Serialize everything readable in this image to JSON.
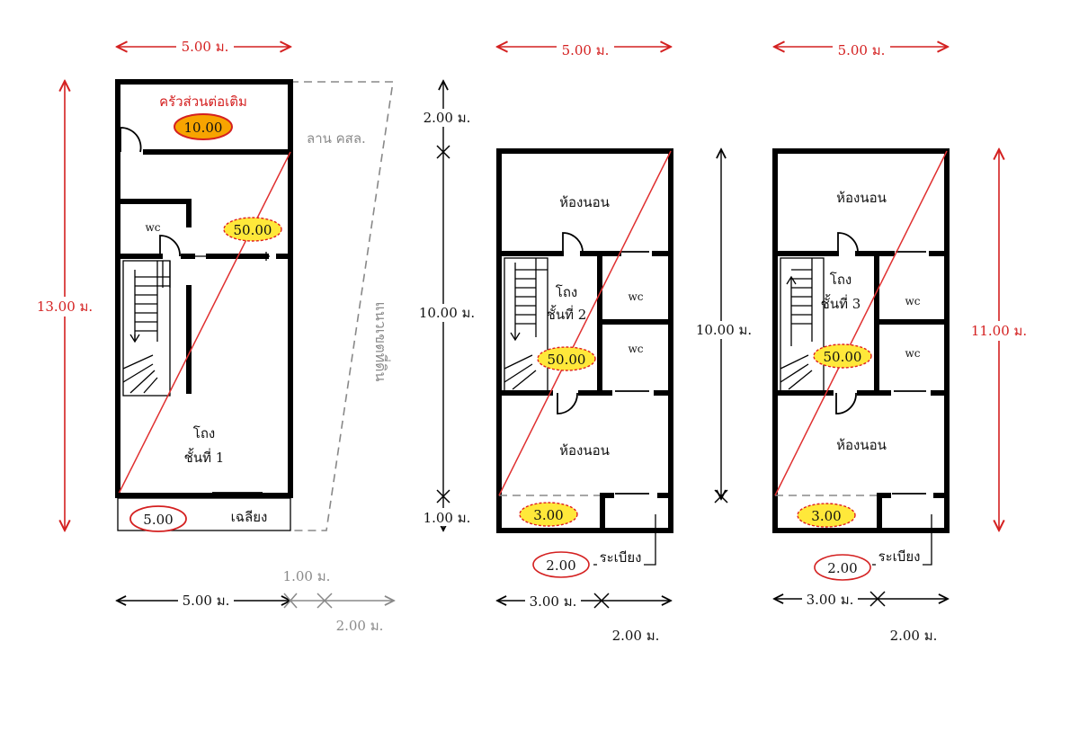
{
  "plan1": {
    "dim_top": "5.00 ม.",
    "dim_left": "13.00 ม.",
    "kitchen_label": "ครัวส่วนต่อเติม",
    "kitchen_area": "10.00",
    "open_space": "ลาน คสล.",
    "boundary": "แนวเขตที่ดิน",
    "wc": "wc",
    "main_area": "50.00",
    "hall_line1": "โถง",
    "hall_line2": "ชั้นที่ 1",
    "porch_area": "5.00",
    "porch_label": "เฉลียง",
    "dim_bottom": "5.00 ม.",
    "dim_gray1": "1.00 ม.",
    "dim_gray2": "2.00 ม."
  },
  "plan2": {
    "dim_top": "5.00 ม.",
    "dim_a": "2.00 ม.",
    "dim_b": "10.00 ม.",
    "dim_c": "1.00 ม.",
    "bedroom_top": "ห้องนอน",
    "hall_line1": "โถง",
    "hall_line2": "ชั้นที่ 2",
    "wc1": "wc",
    "wc2": "wc",
    "main_area": "50.00",
    "bedroom_bottom": "ห้องนอน",
    "balcony_area": "3.00",
    "terrace_area": "2.00",
    "terrace_label": "ระเบียง",
    "dim_bottom1": "3.00 ม.",
    "dim_bottom2": "2.00 ม."
  },
  "plan3": {
    "dim_top": "5.00 ม.",
    "dim_mid": "10.00 ม.",
    "dim_right": "11.00 ม.",
    "bedroom_top": "ห้องนอน",
    "hall_line1": "โถง",
    "hall_line2": "ชั้นที่ 3",
    "wc1": "wc",
    "wc2": "wc",
    "main_area": "50.00",
    "bedroom_bottom": "ห้องนอน",
    "balcony_area": "3.00",
    "terrace_area": "2.00",
    "terrace_label": "ระเบียง",
    "dim_bottom1": "3.00 ม.",
    "dim_bottom2": "2.00 ม."
  }
}
